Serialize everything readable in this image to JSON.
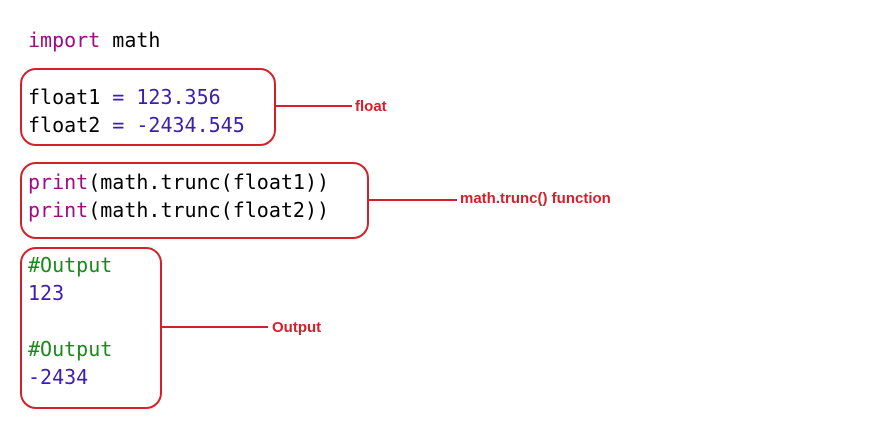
{
  "code": {
    "import_keyword": "import",
    "import_module": " math",
    "float1_name": "float1",
    "float1_eq": " = ",
    "float1_value": "123.356",
    "float2_name": "float2",
    "float2_eq": " = ",
    "float2_value": "-2434.545",
    "print1_kw": "print",
    "print1_args": "(math.trunc(float1))",
    "print2_kw": "print",
    "print2_args": "(math.trunc(float2))",
    "output1_comment": "#Output",
    "output1_value": "123",
    "output2_comment": "#Output",
    "output2_value": "-2434"
  },
  "annotations": {
    "float_label": "float",
    "trunc_label": "math.trunc() function",
    "output_label": "Output"
  },
  "colors": {
    "keyword": "#a10b84",
    "number": "#3a1fb0",
    "comment": "#1a8a1a",
    "annotation": "#d4202a"
  }
}
